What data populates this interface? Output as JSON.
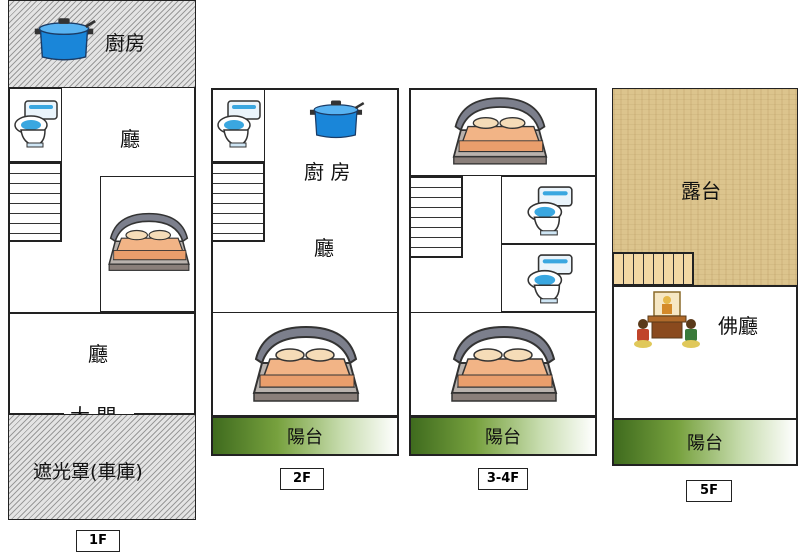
{
  "floors": {
    "f1": {
      "tag": "1F",
      "kitchen": "廚房",
      "hall_upper": "廳",
      "hall_lower": "廳",
      "door": "大 門",
      "garage": "遮光罩(車庫)"
    },
    "f2": {
      "tag": "2F",
      "kitchen": "廚 房",
      "hall": "廳",
      "balcony": "陽台"
    },
    "f34": {
      "tag": "3-4F",
      "balcony": "陽台"
    },
    "f5": {
      "tag": "5F",
      "terrace": "露台",
      "buddha_hall": "佛廳",
      "balcony": "陽台"
    }
  },
  "colors": {
    "pot": "#1a86d9",
    "balcony_green": "#5b8a2e",
    "terrace": "#dcc48d"
  }
}
